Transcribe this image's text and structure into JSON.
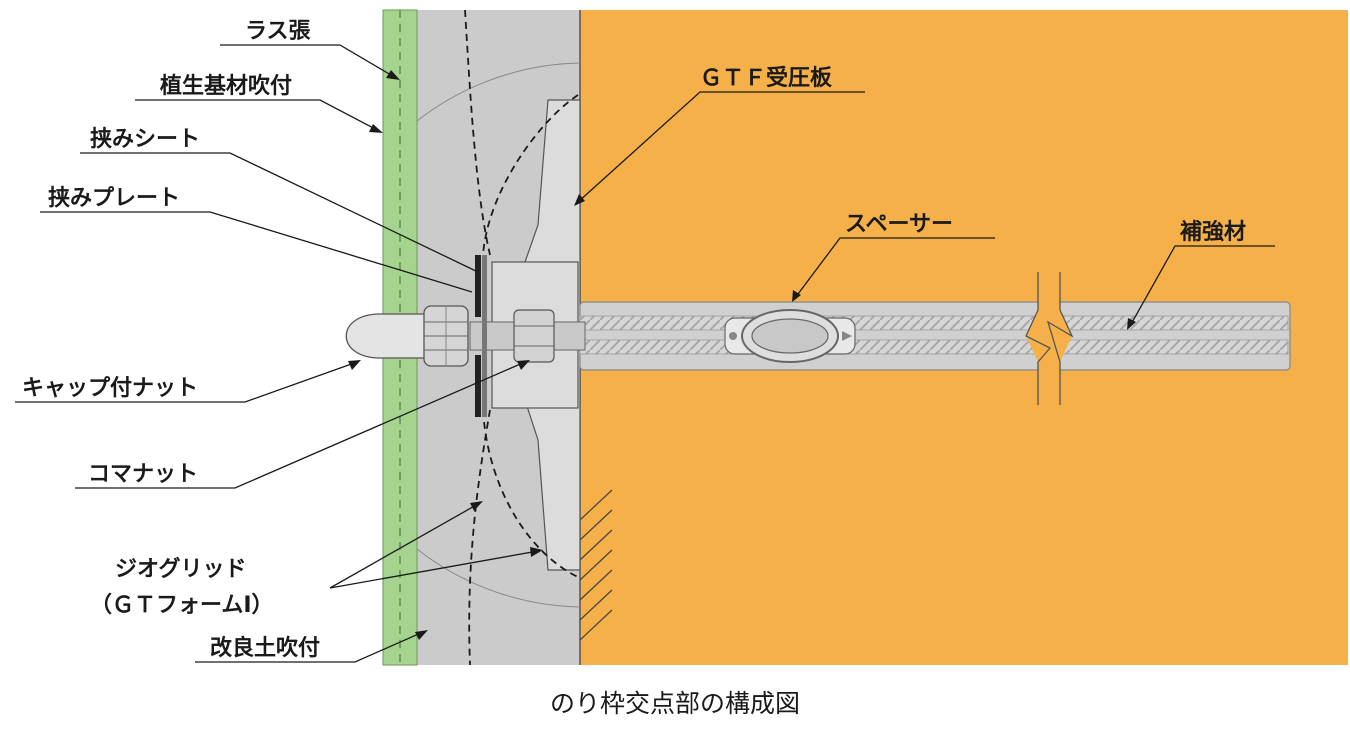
{
  "colors": {
    "ground": "#f5b04a",
    "improved_soil": "#cbcbcb",
    "vegetation": "#a5d48f",
    "component": "#dcdcdc",
    "outline": "#555555"
  },
  "labels": {
    "lath": "ラス張",
    "vegetation_spray": "植生基材吹付",
    "clamp_sheet": "挟みシート",
    "clamp_plate": "挟みプレート",
    "cap_nut": "キャップ付ナット",
    "koma_nut": "コマナット",
    "geogrid_line1": "ジオグリッド",
    "geogrid_line2": "（ＧＴフォームⅠ）",
    "improved_soil_spray": "改良土吹付",
    "gtf_plate": "ＧＴＦ受圧板",
    "spacer": "スペーサー",
    "reinforcement": "補強材"
  },
  "caption": "のり枠交点部の構成図"
}
